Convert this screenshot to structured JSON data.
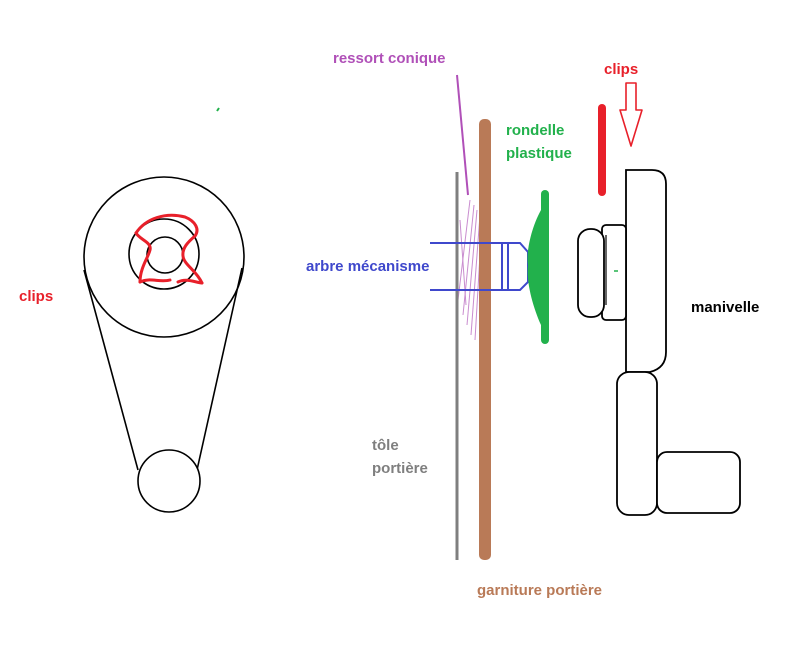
{
  "labels": {
    "clips_left": "clips",
    "ressort_conique": "ressort conique",
    "clips_right": "clips",
    "rondelle_plastique_line1": "rondelle",
    "rondelle_plastique_line2": "plastique",
    "arbre_mecanisme": "arbre mécanisme",
    "manivelle": "manivelle",
    "tole_portiere_line1": "tôle",
    "tole_portiere_line2": "portière",
    "garniture_portiere": "garniture portière"
  },
  "colors": {
    "clips": "#e8202a",
    "ressort": "#b050b8",
    "rondelle": "#22b14c",
    "arbre": "#3f48cc",
    "tole": "#7f7f7f",
    "garniture": "#b97a57",
    "outline": "#000000",
    "manivelle_text": "#000000"
  }
}
